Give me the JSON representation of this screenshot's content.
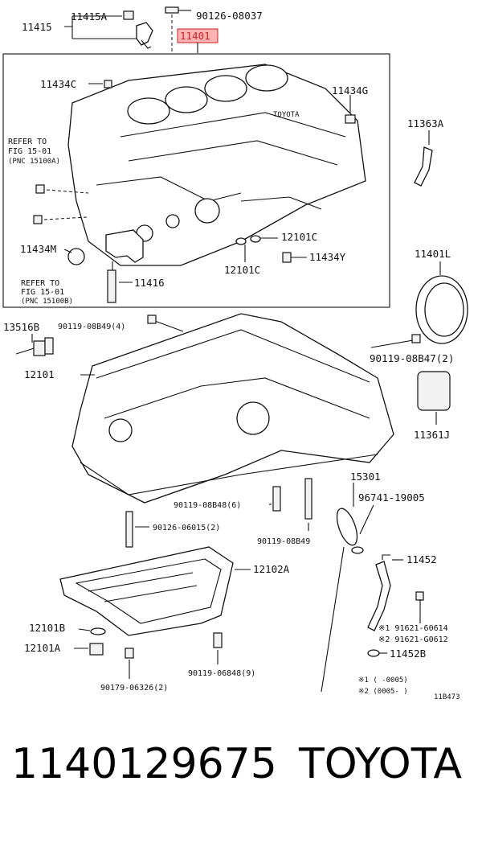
{
  "diagram": {
    "labels": {
      "p11415A": "11415A",
      "p90126_08037": "90126-08037",
      "p11415": "11415",
      "p11401": "11401",
      "p11434C": "11434C",
      "p11434G": "11434G",
      "refer1_line1": "REFER TO",
      "refer1_line2": "FIG 15-01",
      "refer1_line3": "(PNC 15100A)",
      "p11363A": "11363A",
      "p12101C_a": "12101C",
      "p11434M": "11434M",
      "p11434Y": "11434Y",
      "p12101C_b": "12101C",
      "p11401L": "11401L",
      "refer2_line1": "REFER TO",
      "refer2_line2": "FIG 15-01",
      "refer2_line3": "(PNC 15100B)",
      "p11416": "11416",
      "p13516B": "13516B",
      "p90119_08B49_4": "90119-08B49(4)",
      "p90119_08B47_2": "90119-08B47(2)",
      "p12101": "12101",
      "p11361J": "11361J",
      "p15301": "15301",
      "p90119_08B48_6": "90119-08B48(6)",
      "p96741_19005": "96741-19005",
      "p90126_06015_2": "90126-06015(2)",
      "p90119_08B49": "90119-08B49",
      "p11452": "11452",
      "p12102A": "12102A",
      "p12101B": "12101B",
      "p91621_60614": "※1 91621-60614",
      "p91621_G0612": "※2 91621-G0612",
      "p12101A": "12101A",
      "p11452B": "11452B",
      "p90119_06848_9": "90119-06848(9)",
      "p90179_06326_2": "90179-06326(2)",
      "note1": "※1 (      -0005)",
      "note2": "※2 (0005-      )",
      "fig_code": "11B473"
    },
    "highlighted_part": "11401",
    "highlight_color": "#ffb3b3"
  },
  "footer": {
    "part_number": "1140129675",
    "brand": "TOYOTA"
  }
}
